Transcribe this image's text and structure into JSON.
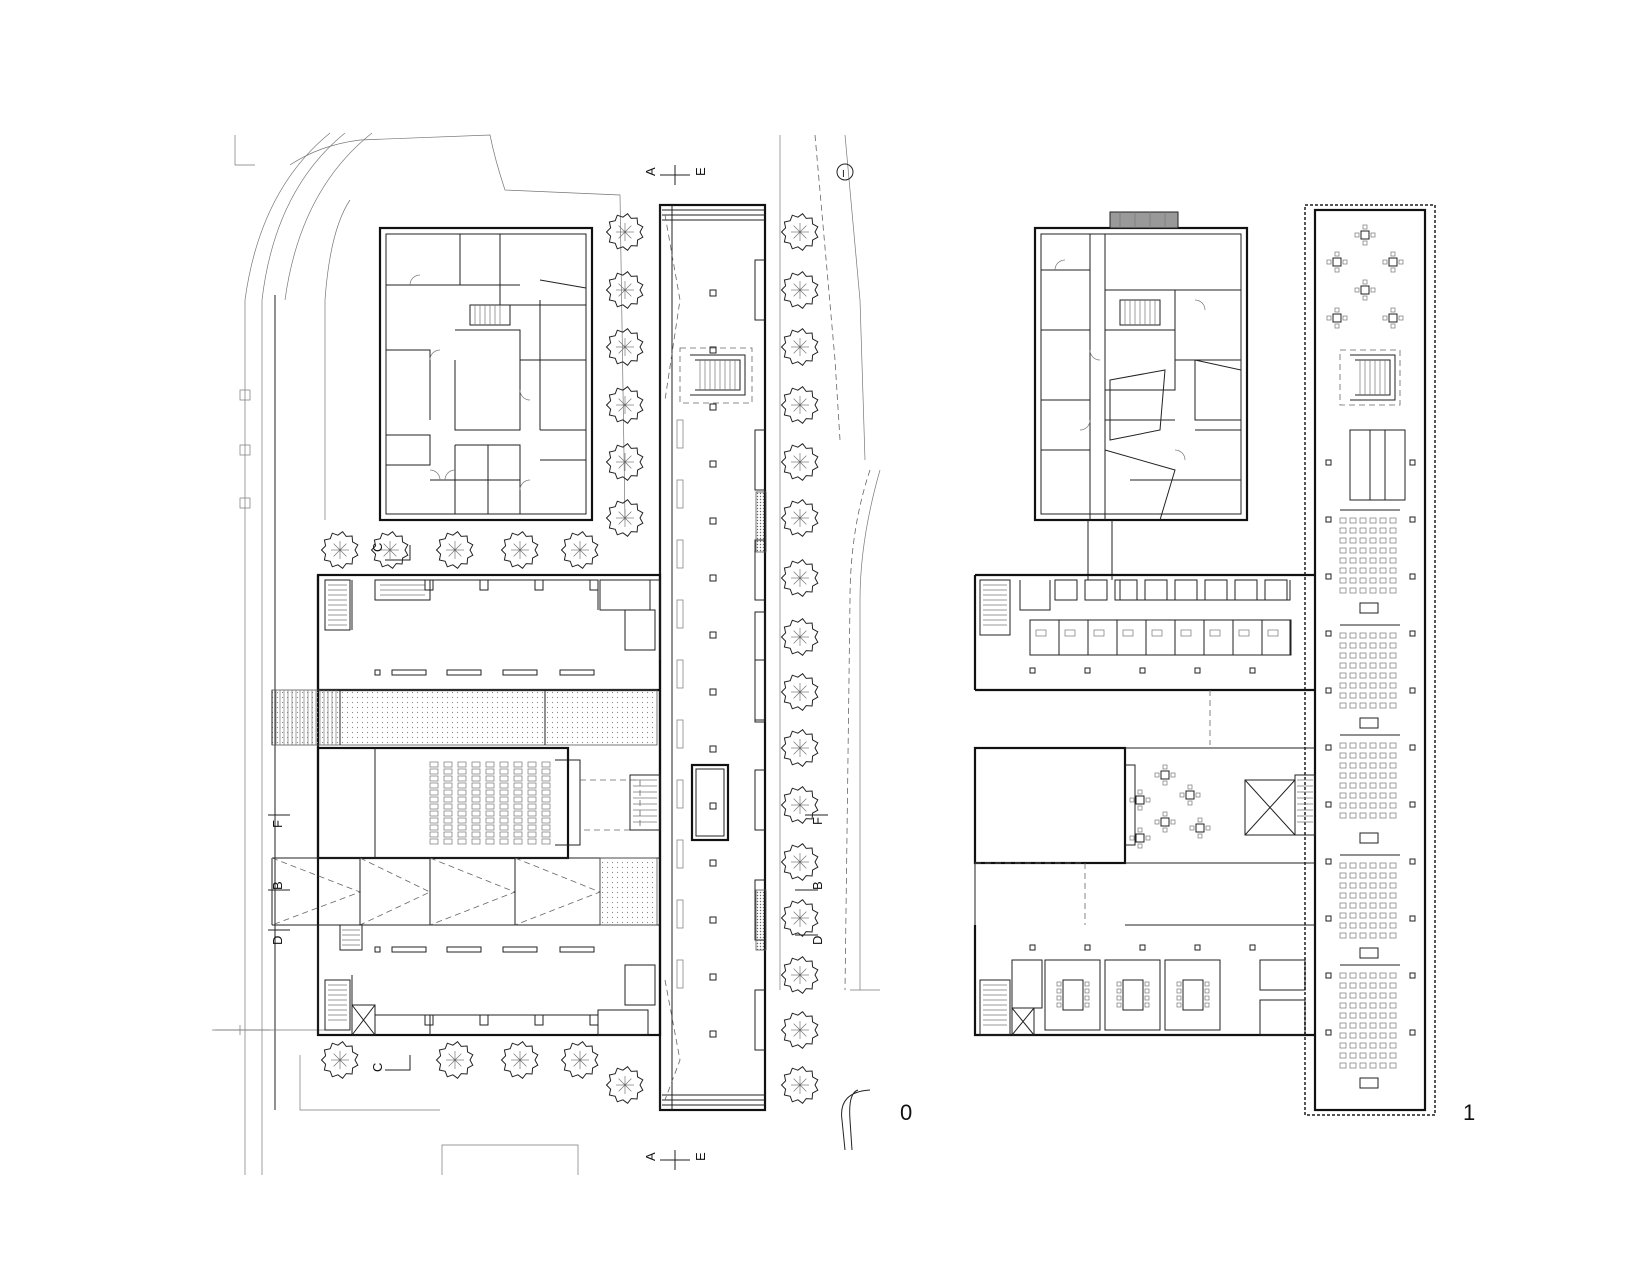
{
  "levels": [
    {
      "id": "ground",
      "label": "0"
    },
    {
      "id": "first",
      "label": "1"
    }
  ],
  "section_marks": {
    "A": "A",
    "B": "B",
    "C": "C",
    "D": "D",
    "E": "E",
    "F": "F",
    "I": "I"
  },
  "icons": {
    "tree": "tree-icon",
    "stair": "stair-icon",
    "seat": "seat-icon",
    "table": "table-icon"
  }
}
